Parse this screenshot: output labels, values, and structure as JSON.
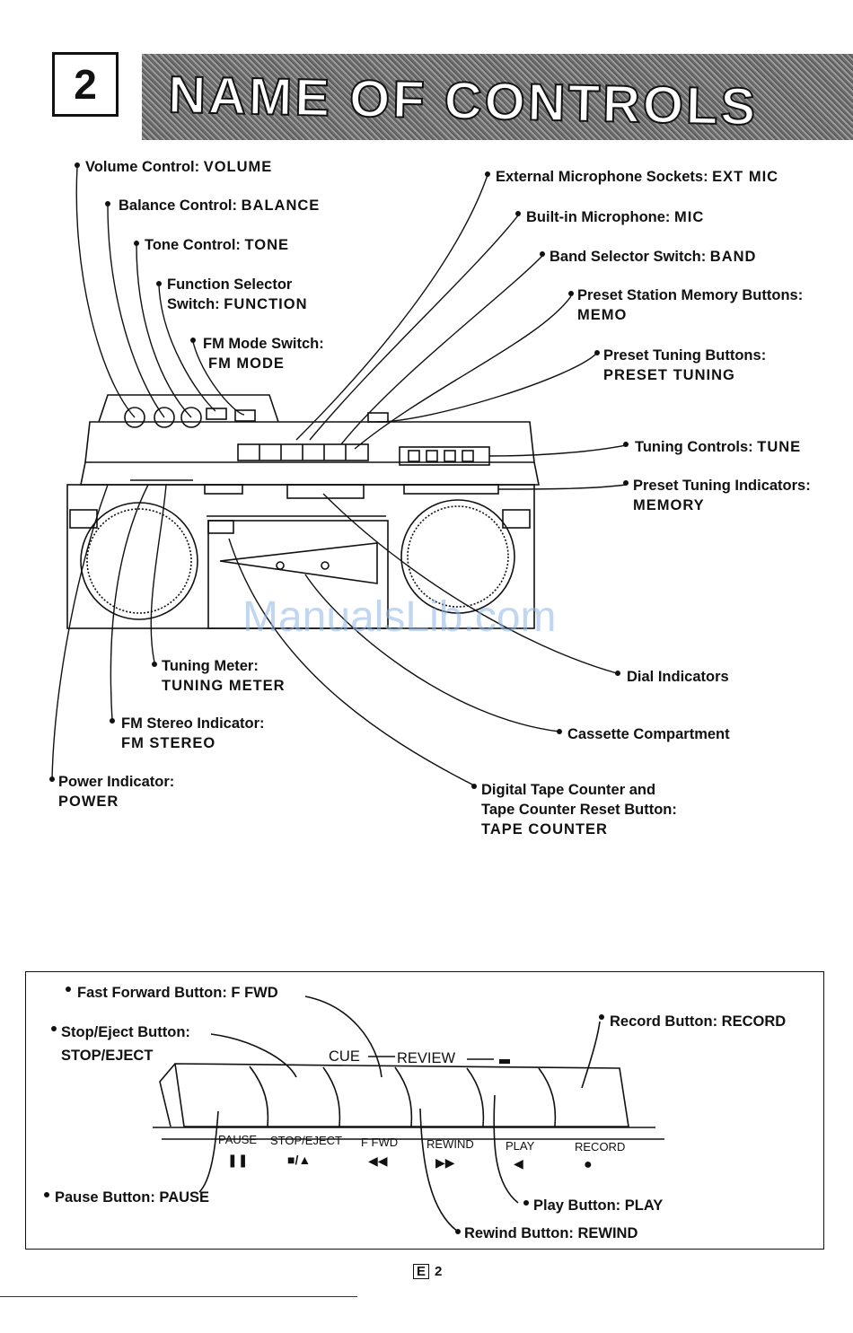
{
  "section": {
    "number": "2",
    "title": "NAME OF CONTROLS"
  },
  "left_labels": [
    {
      "line1": "Volume Control:",
      "value": "VOLUME"
    },
    {
      "line1": "Balance Control:",
      "value": "BALANCE"
    },
    {
      "line1": "Tone Control:",
      "value": "TONE"
    },
    {
      "line1": "Function Selector",
      "line2": "Switch:",
      "value": "FUNCTION"
    },
    {
      "line1": "FM Mode Switch:",
      "value": "FM MODE"
    }
  ],
  "right_labels": [
    {
      "line1": "External Microphone Sockets:",
      "value": "EXT MIC"
    },
    {
      "line1": "Built-in Microphone:",
      "value": "MIC"
    },
    {
      "line1": "Band Selector Switch:",
      "value": "BAND"
    },
    {
      "line1": "Preset Station Memory Buttons:",
      "value": "MEMO"
    },
    {
      "line1": "Preset Tuning Buttons:",
      "value": "PRESET TUNING"
    },
    {
      "line1": "Tuning Controls:",
      "value": "TUNE"
    },
    {
      "line1": "Preset Tuning Indicators:",
      "value": "MEMORY"
    }
  ],
  "bottom_left_labels": [
    {
      "line1": "Tuning Meter:",
      "value": "TUNING METER"
    },
    {
      "line1": "FM Stereo Indicator:",
      "value": "FM STEREO"
    },
    {
      "line1": "Power Indicator:",
      "value": "POWER"
    }
  ],
  "bottom_right_labels": [
    {
      "line1": "Dial Indicators"
    },
    {
      "line1": "Cassette Compartment"
    },
    {
      "line1": "Digital Tape Counter and",
      "line2": "Tape Counter Reset Button:",
      "value": "TAPE COUNTER"
    }
  ],
  "deck": {
    "callouts": {
      "ffwd": "Fast Forward Button: F FWD",
      "stop_line1": "Stop/Eject Button:",
      "stop_line2": "STOP/EJECT",
      "record": "Record Button: RECORD",
      "pause": "Pause Button: PAUSE",
      "play": "Play Button: PLAY",
      "rewind": "Rewind Button: REWIND"
    },
    "cue": "CUE",
    "review": "REVIEW",
    "keys": [
      "PAUSE",
      "STOP/EJECT",
      "F FWD",
      "REWIND",
      "PLAY",
      "RECORD"
    ],
    "symbols": [
      "❚❚",
      "■/▲",
      "◀◀",
      "▶▶",
      "◀",
      "●"
    ]
  },
  "watermark": "ManualsLib.com",
  "page": {
    "prefix": "E",
    "number": "2"
  }
}
